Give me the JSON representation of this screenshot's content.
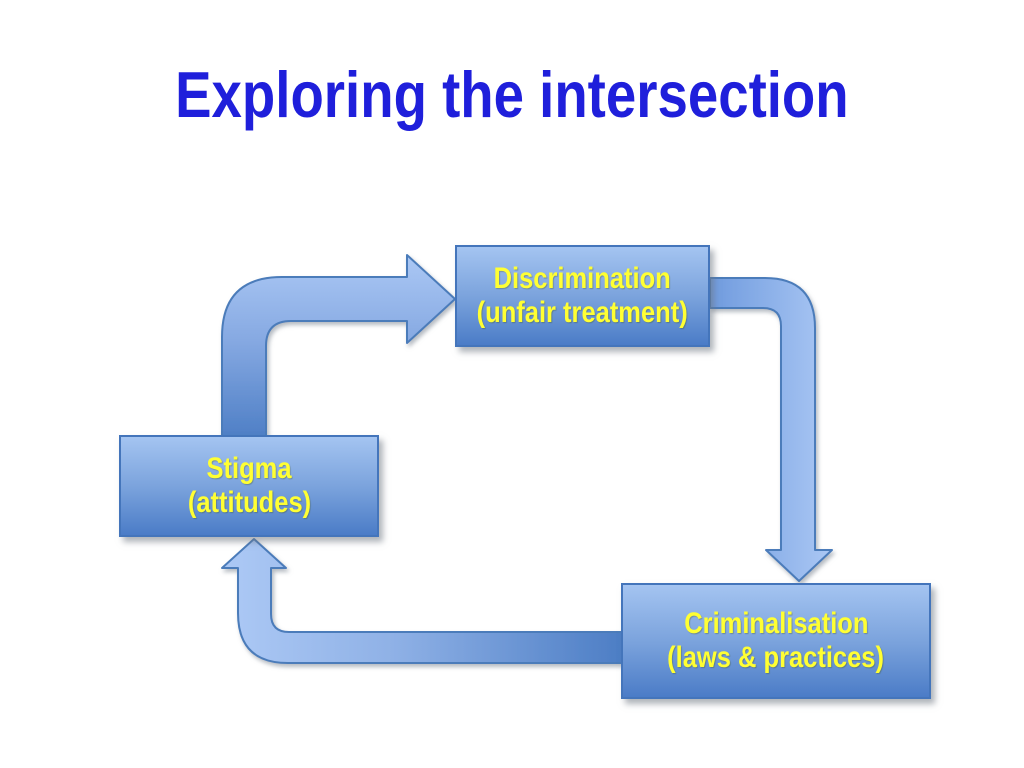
{
  "slide": {
    "title": "Exploring the intersection",
    "title_color": "#1f1fdb",
    "background_color": "#ffffff"
  },
  "diagram": {
    "type": "cycle",
    "nodes": [
      {
        "id": "discrimination",
        "label": "Discrimination",
        "sublabel": "(unfair treatment)"
      },
      {
        "id": "stigma",
        "label": "Stigma",
        "sublabel": "(attitudes)"
      },
      {
        "id": "criminalisation",
        "label": "Criminalisation",
        "sublabel": "(laws & practices)"
      }
    ],
    "edges": [
      {
        "from": "stigma",
        "to": "discrimination",
        "shape": "elbow-up-right-arrow"
      },
      {
        "from": "discrimination",
        "to": "criminalisation",
        "shape": "elbow-right-down-arrow"
      },
      {
        "from": "criminalisation",
        "to": "stigma",
        "shape": "elbow-left-up-arrow"
      }
    ],
    "colors": {
      "node_fill_top": "#a4c4f1",
      "node_fill_bottom": "#4b7cc7",
      "node_border": "#4475bb",
      "node_text": "#ffff33",
      "arrow_fill_light": "#aac7f4",
      "arrow_fill_dark": "#4d7ec5",
      "arrow_border": "#4b7cba"
    }
  }
}
